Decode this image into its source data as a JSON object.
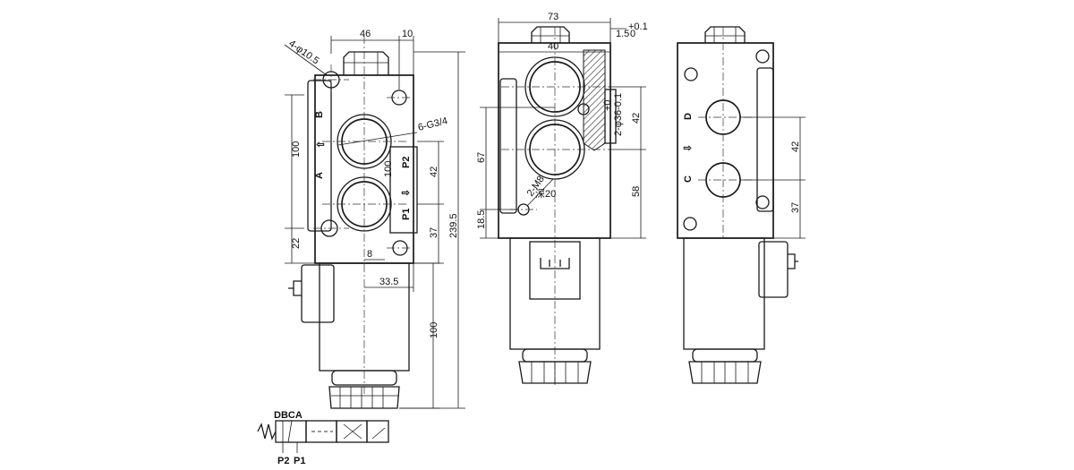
{
  "front_view": {
    "dims": {
      "width_46": "46",
      "offset_10": "10",
      "hole_4x": "4-φ10.5",
      "ports_6x": "6-G3/4",
      "height_100": "100",
      "spacing_42": "42",
      "lower_37": "37",
      "bottom_22": "22",
      "offset_8": "8",
      "overall_239_5": "239.5",
      "center_33_5": "33.5",
      "solenoid_100": "100",
      "inner_100": "100"
    },
    "ports": {
      "b": "B",
      "a": "A",
      "p2": "P2",
      "p1": "P1",
      "arrow_up": "⇧",
      "arrow_down": "⇩"
    }
  },
  "side_view": {
    "dims": {
      "width_73": "73",
      "width_40": "40",
      "tol_plus": "+0.1",
      "tol_zero": "0",
      "gap_1_5": "1.5",
      "slot_spec": "2-φ36-0.1",
      "slot_tol": "+0",
      "spacing_42": "42",
      "height_67": "67",
      "height_58": "58",
      "low_18_5": "18.5",
      "thread_2m8": "2-M8",
      "depth_20": "深20"
    }
  },
  "back_view": {
    "dims": {
      "spacing_42": "42",
      "lower_37": "37"
    },
    "ports": {
      "d": "D",
      "c": "C",
      "arrow": "⇩"
    }
  },
  "symbol": {
    "ports_top": "DBCA",
    "p2": "P2",
    "p1": "P1"
  }
}
